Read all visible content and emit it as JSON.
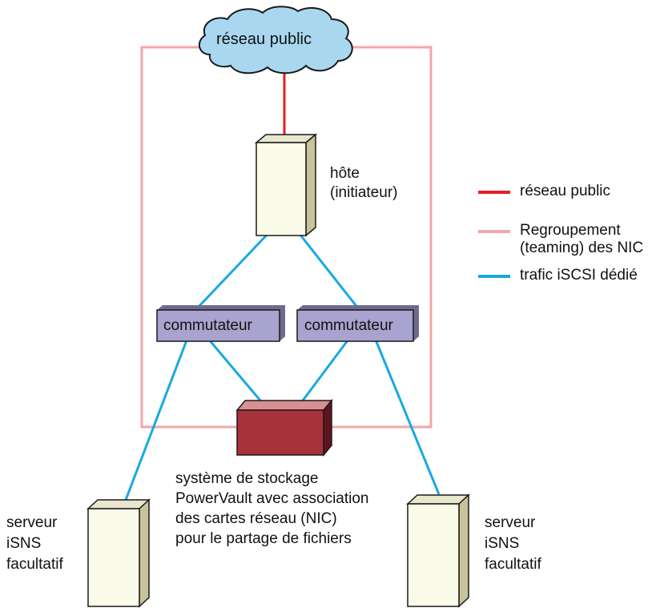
{
  "colors": {
    "public_network": "#e31f26",
    "nic_teaming": "#f4a6a6",
    "iscsi_traffic": "#19a9e1",
    "switch_fill": "#a9a3cf",
    "storage_front": "#a8323a",
    "cloud_fill": "#a9d7f0"
  },
  "cloud": {
    "label": "réseau public"
  },
  "host": {
    "lines": [
      "hôte",
      "(initiateur)"
    ]
  },
  "switches": [
    {
      "label": "commutateur"
    },
    {
      "label": "commutateur"
    }
  ],
  "storage": {
    "lines": [
      "système de stockage",
      "PowerVault avec association",
      "des cartes réseau (NIC)",
      "pour le partage de fichiers"
    ]
  },
  "isns_left": {
    "lines": [
      "serveur",
      "iSNS",
      "facultatif"
    ]
  },
  "isns_right": {
    "lines": [
      "serveur",
      "iSNS",
      "facultatif"
    ]
  },
  "legend": [
    {
      "label_lines": [
        "réseau public"
      ],
      "color": "#e31f26"
    },
    {
      "label_lines": [
        "Regroupement",
        "(teaming) des NIC"
      ],
      "color": "#f4a6a6"
    },
    {
      "label_lines": [
        "trafic iSCSI dédié"
      ],
      "color": "#19a9e1"
    }
  ]
}
